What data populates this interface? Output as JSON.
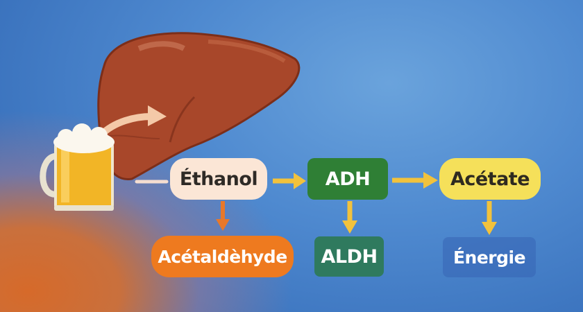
{
  "nodes": {
    "ethanol": "Éthanol",
    "adh": "ADH",
    "acetate": "Acétate",
    "acetaldehyde": "Acétaldèhyde",
    "aldh": "ALDH",
    "energie": "Énergie"
  },
  "colors": {
    "ethanol_bg": "#fbe6d6",
    "adh_bg": "#2f7f35",
    "acetate_bg": "#f5e05a",
    "acetaldehyde_bg": "#ee7a1f",
    "aldh_bg": "#2f7a5e",
    "energie_bg": "#3d6fbb",
    "arrow_yellow": "#f2c23c",
    "arrow_orange": "#e8782a",
    "liver": "#a8472a"
  },
  "icons": [
    "liver-illustration",
    "beer-mug-icon",
    "curved-arrow-icon"
  ]
}
